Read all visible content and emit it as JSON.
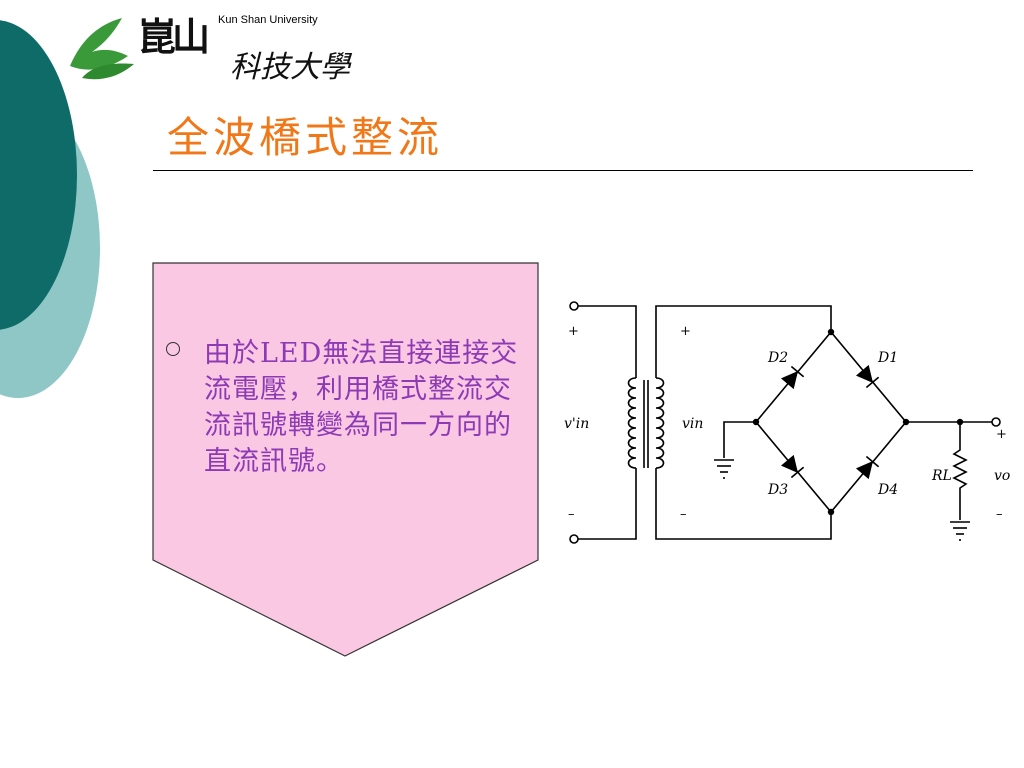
{
  "header": {
    "logo_text_en": "Kun Shan University",
    "logo_text_big": "崑山",
    "logo_text_small": "科技大學"
  },
  "slide": {
    "title": "全波橋式整流",
    "bullet": "由於LED無法直接連接交流電壓，利用橋式整流交流訊號轉變為同一方向的直流訊號。"
  },
  "circuit": {
    "labels": {
      "d1": "D1",
      "d2": "D2",
      "d3": "D3",
      "d4": "D4",
      "rl": "RL",
      "vin_primary": "v'in",
      "vin": "vin",
      "vo": "vo",
      "plus": "+",
      "minus": "–"
    }
  },
  "colors": {
    "title": "#f07818",
    "bullet_text": "#8c3bb5",
    "callout_fill": "#fbc8e4",
    "deco_dark": "#0e6b68",
    "deco_light": "#8ec7c6",
    "logo_green": "#3a9a3a"
  }
}
